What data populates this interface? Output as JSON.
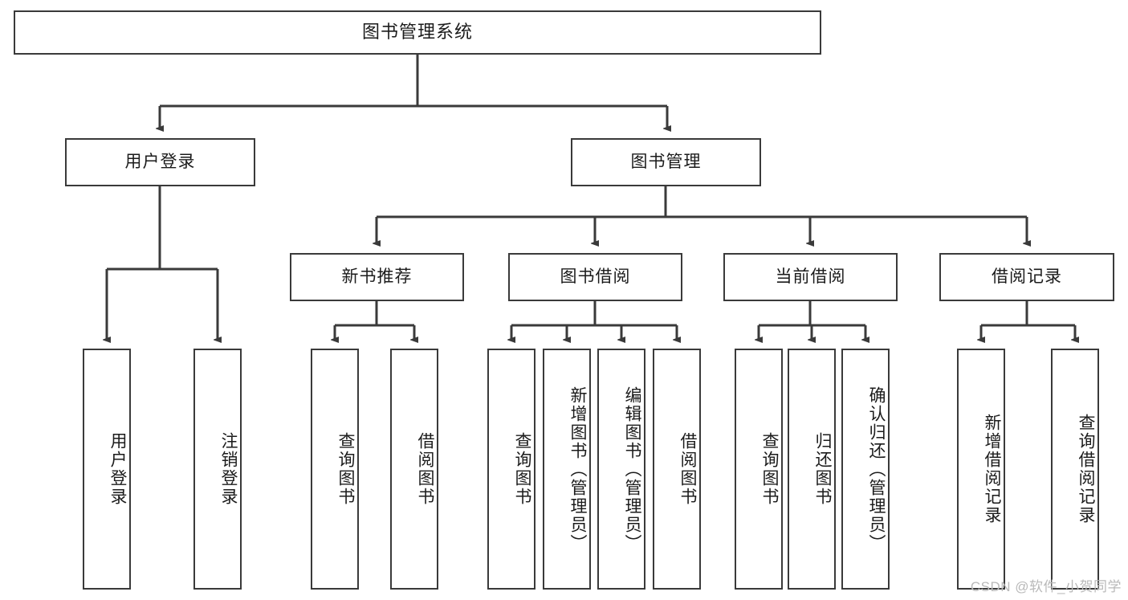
{
  "diagram": {
    "title": "图书管理系统",
    "watermark": "CSDN @软件_小贺同学",
    "stroke_color": "#3a3a3a",
    "background_color": "#ffffff",
    "text_color": "#1b1b1b",
    "root": {
      "label": "图书管理系统"
    },
    "level1": [
      {
        "label": "用户登录"
      },
      {
        "label": "图书管理"
      }
    ],
    "level2": [
      {
        "label": "新书推荐"
      },
      {
        "label": "图书借阅"
      },
      {
        "label": "当前借阅"
      },
      {
        "label": "借阅记录"
      }
    ],
    "leaves": {
      "user_login": [
        {
          "label": "用户登录"
        },
        {
          "label": "注销登录"
        }
      ],
      "new_book": [
        {
          "label": "查询图书"
        },
        {
          "label": "借阅图书"
        }
      ],
      "book_borrow": [
        {
          "label": "查询图书"
        },
        {
          "label": "新增图书（管理员）"
        },
        {
          "label": "编辑图书（管理员）"
        },
        {
          "label": "借阅图书"
        }
      ],
      "current_borrow": [
        {
          "label": "查询图书"
        },
        {
          "label": "归还图书"
        },
        {
          "label": "确认归还（管理员）"
        }
      ],
      "borrow_record": [
        {
          "label": "新增借阅记录"
        },
        {
          "label": "查询借阅记录"
        }
      ]
    }
  }
}
